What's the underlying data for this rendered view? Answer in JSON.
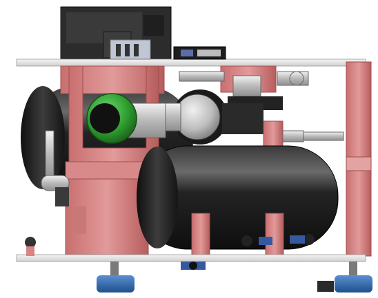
{
  "scene": {
    "subject": "pneumatic-assembly-cad-render",
    "colors": {
      "background": "#ffffff",
      "frame_plate": "#e9e9e9",
      "bracket_red": "#d98484",
      "bracket_red_dark": "#b05a5a",
      "tank_black": "#1c1c1c",
      "tank_highlight": "#6a6a6a",
      "solenoid_black": "#2a2a2a",
      "knob_green": "#2e9e2e",
      "fitting_silver": "#c8c8c8",
      "foot_blue": "#2b63a6"
    },
    "parts": [
      "solenoid-valve",
      "top-plate",
      "bottom-plate",
      "left-air-tank",
      "right-air-tank",
      "pressure-regulator-green-knob",
      "pressure-gauge",
      "u-bracket",
      "right-side-pillar",
      "leveling-feet"
    ]
  }
}
